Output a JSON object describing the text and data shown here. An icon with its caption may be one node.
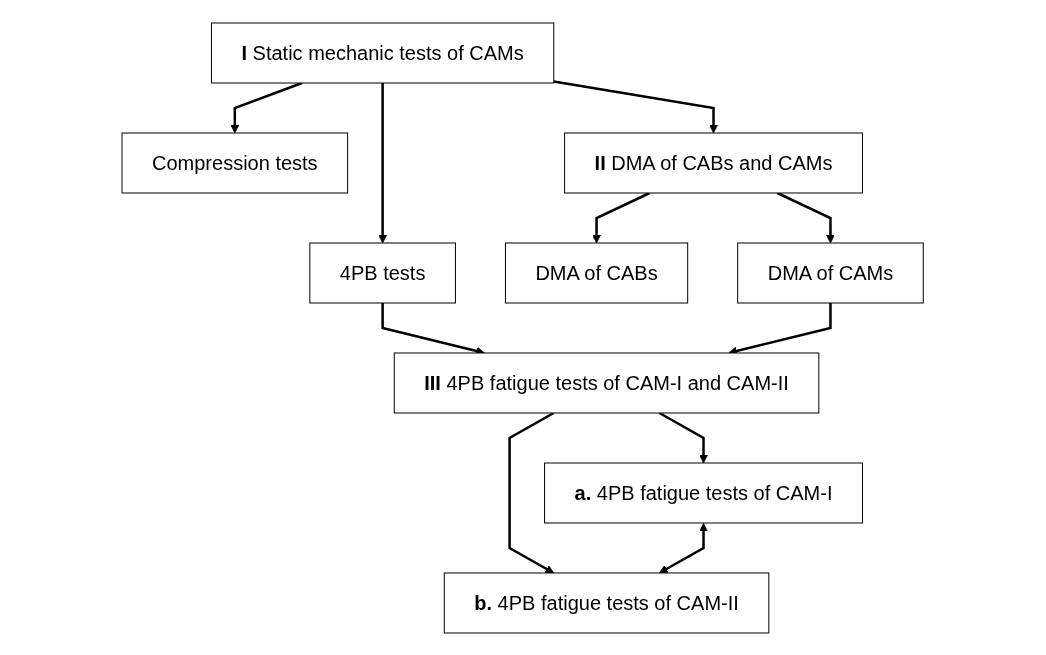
{
  "diagram": {
    "nodes": [
      {
        "text": [
          "**I** Static mechanic tests of CAMs"
        ]
      },
      {
        "text": [
          "Compression tests"
        ]
      },
      {
        "text": [
          "4PB tests"
        ]
      },
      {
        "text": [
          "**II** DMA of CABs and CAMs"
        ]
      },
      {
        "text": [
          "DMA of CABs"
        ]
      },
      {
        "text": [
          "DMA of CAMs"
        ]
      },
      {
        "text": [
          "**III** 4PB fatigue tests of CAM-I and CAM-II"
        ]
      },
      {
        "text": [
          "**a.** 4PB fatigue tests of CAM-I"
        ]
      },
      {
        "text": [
          "**b.** 4PB fatigue tests of CAM-II"
        ]
      }
    ],
    "edges": [
      {
        "from": 0,
        "to": 3,
        "arrow": "to"
      },
      {
        "from": 0,
        "to": 1,
        "arrow": "to"
      },
      {
        "from": 0,
        "to": 2,
        "arrow": "to"
      },
      {
        "from": 3,
        "to": 4,
        "arrow": "to"
      },
      {
        "from": 3,
        "to": 5,
        "arrow": "to"
      },
      {
        "from": 2,
        "to": 6,
        "arrow": "to"
      },
      {
        "from": 5,
        "to": 6,
        "arrow": "to"
      },
      {
        "from": 6,
        "to": 7,
        "arrow": "to"
      },
      {
        "from": 6,
        "to": 8,
        "arrow": "to"
      },
      {
        "from": 7,
        "to": 8,
        "arrow": "both"
      }
    ]
  }
}
